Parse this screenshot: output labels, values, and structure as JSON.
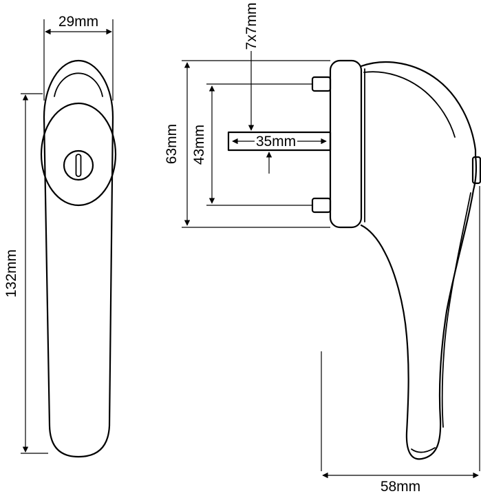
{
  "drawing": {
    "type": "technical-dimension-diagram",
    "subject": "window handle with key lock",
    "background_color": "#ffffff",
    "line_color": "#000000",
    "views": {
      "front": {
        "labels": {
          "width": "29mm",
          "length": "132mm"
        }
      },
      "side": {
        "labels": {
          "spindle_section": "7x7mm",
          "plate_height": "63mm",
          "screw_spacing": "43mm",
          "spindle_length": "35mm",
          "handle_depth": "58mm"
        }
      }
    }
  }
}
